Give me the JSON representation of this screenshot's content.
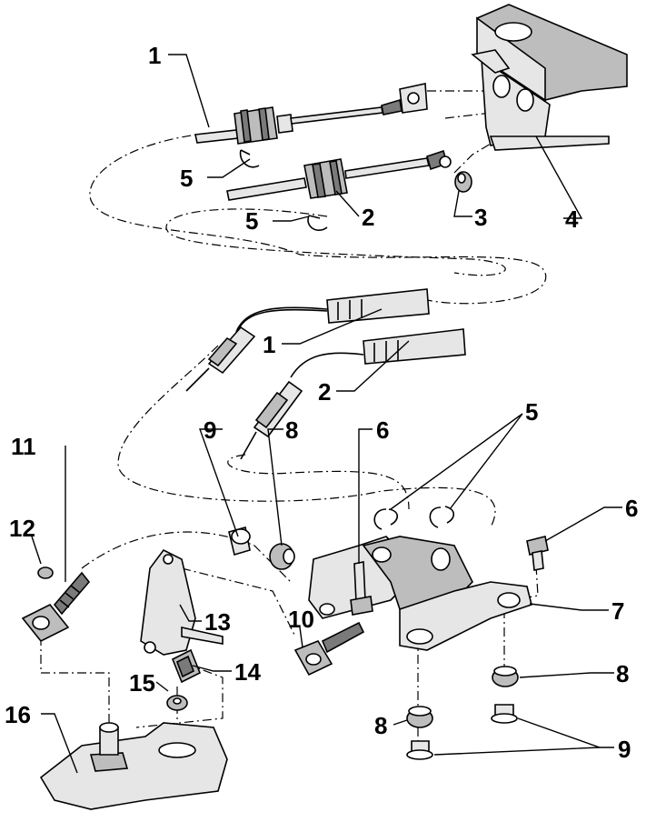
{
  "callouts": [
    {
      "id": "c1a",
      "label": "1"
    },
    {
      "id": "c2a",
      "label": "2"
    },
    {
      "id": "c3",
      "label": "3"
    },
    {
      "id": "c4",
      "label": "4"
    },
    {
      "id": "c5a",
      "label": "5"
    },
    {
      "id": "c5b",
      "label": "5"
    },
    {
      "id": "c1b",
      "label": "1"
    },
    {
      "id": "c2b",
      "label": "2"
    },
    {
      "id": "c5c",
      "label": "5"
    },
    {
      "id": "c9a",
      "label": "9"
    },
    {
      "id": "c8a",
      "label": "8"
    },
    {
      "id": "c6a",
      "label": "6"
    },
    {
      "id": "c6b",
      "label": "6"
    },
    {
      "id": "c11",
      "label": "11"
    },
    {
      "id": "c12",
      "label": "12"
    },
    {
      "id": "c13",
      "label": "13"
    },
    {
      "id": "c10",
      "label": "10"
    },
    {
      "id": "c7",
      "label": "7"
    },
    {
      "id": "c14",
      "label": "14"
    },
    {
      "id": "c15",
      "label": "15"
    },
    {
      "id": "c8b",
      "label": "8"
    },
    {
      "id": "c8c",
      "label": "8"
    },
    {
      "id": "c16",
      "label": "16"
    },
    {
      "id": "c9b",
      "label": "9"
    }
  ]
}
